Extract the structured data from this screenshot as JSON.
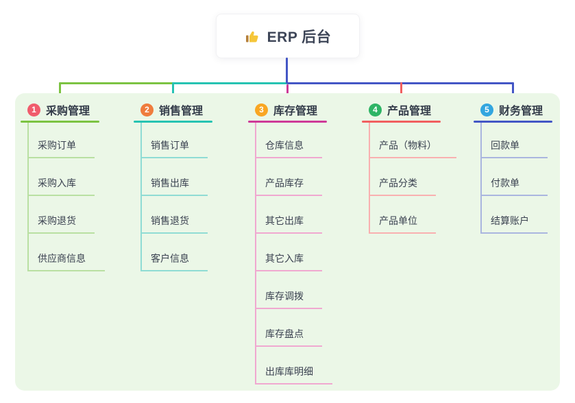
{
  "root": {
    "label": "ERP 后台",
    "icon": "thumbs-up-icon"
  },
  "canvas": {
    "background": "#FFFFFF",
    "panel_background": "#EBF7E7",
    "root_line_color": "#4356C5",
    "root_text_color": "#3D4557"
  },
  "branches": [
    {
      "index": "1",
      "title": "采购管理",
      "badge_color": "#F05C6C",
      "line_color": "#7CC342",
      "child_line_color": "#B9E0A2",
      "children": [
        "采购订单",
        "采购入库",
        "采购退货",
        "供应商信息"
      ]
    },
    {
      "index": "2",
      "title": "销售管理",
      "badge_color": "#EF7C3D",
      "line_color": "#26C3B2",
      "child_line_color": "#8FDCD4",
      "children": [
        "销售订单",
        "销售出库",
        "销售退货",
        "客户信息"
      ]
    },
    {
      "index": "3",
      "title": "库存管理",
      "badge_color": "#F9A623",
      "line_color": "#CE3A98",
      "child_line_color": "#F0A8D0",
      "children": [
        "仓库信息",
        "产品库存",
        "其它出库",
        "其它入库",
        "库存调拨",
        "库存盘点",
        "出库库明细"
      ]
    },
    {
      "index": "4",
      "title": "产品管理",
      "badge_color": "#2EB465",
      "line_color": "#F15F5F",
      "child_line_color": "#F9B0B0",
      "children": [
        "产品（物料）",
        "产品分类",
        "产品单位"
      ]
    },
    {
      "index": "5",
      "title": "财务管理",
      "badge_color": "#33A6DF",
      "line_color": "#4356C5",
      "child_line_color": "#AAB6DF",
      "children": [
        "回款单",
        "付款单",
        "结算账户"
      ]
    }
  ]
}
